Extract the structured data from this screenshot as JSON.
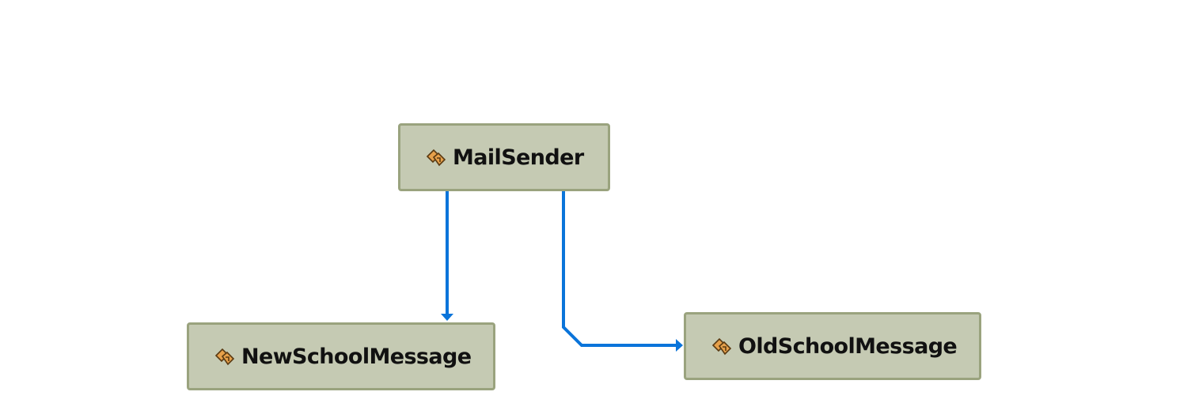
{
  "diagram": {
    "nodes": [
      {
        "id": "mailsender",
        "label": "MailSender",
        "icon": "class-icon"
      },
      {
        "id": "newschool",
        "label": "NewSchoolMessage",
        "icon": "class-icon"
      },
      {
        "id": "oldschool",
        "label": "OldSchoolMessage",
        "icon": "class-icon"
      }
    ],
    "edges": [
      {
        "from": "MailSender",
        "to": "NewSchoolMessage"
      },
      {
        "from": "MailSender",
        "to": "OldSchoolMessage"
      }
    ],
    "colors": {
      "node_fill": "#c5cab3",
      "node_border": "#9aa37e",
      "edge": "#0a74da",
      "icon_fill": "#e6a04a",
      "icon_stroke": "#5a3a12"
    }
  }
}
